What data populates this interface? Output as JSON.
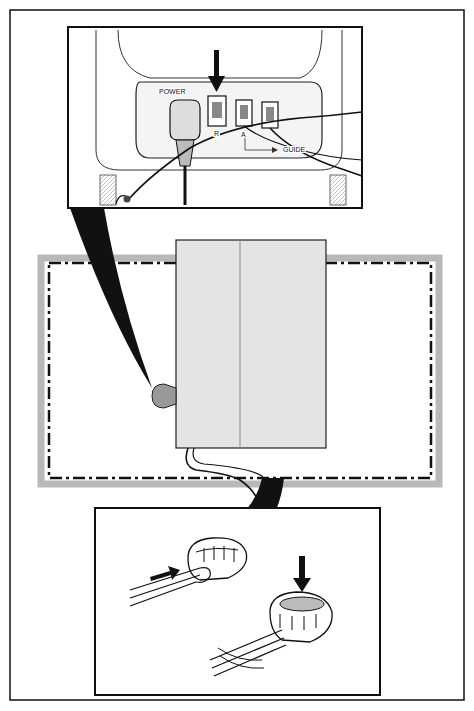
{
  "diagram": {
    "labels": [
      "POWER",
      "R",
      "A",
      "GUIDE"
    ]
  }
}
